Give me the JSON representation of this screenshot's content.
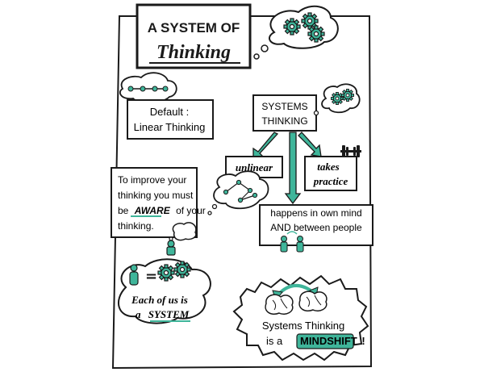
{
  "title": {
    "line1": "A SYSTEM OF",
    "line2": "Thinking"
  },
  "default_box": {
    "line1": "Default :",
    "line2": "Linear Thinking"
  },
  "systems_box": {
    "line1": "SYSTEMS",
    "line2": "THINKING"
  },
  "nonlinear_label": "unlinear",
  "practice_label": {
    "line1": "takes",
    "line2": "practice"
  },
  "awareness_text": {
    "line1": "To improve your",
    "line2": "thinking you must",
    "line3_pre": "be",
    "line3_em": "AWARE",
    "line3_post": "of your",
    "line4": "thinking."
  },
  "mind_box": {
    "line1": "happens in own mind",
    "line2": "AND between people"
  },
  "each_system": {
    "line1": "Each of us is",
    "line2_pre": "a",
    "line2_em": "SYSTEM"
  },
  "mindshift": {
    "line1": "Systems Thinking",
    "line2_pre": "is a",
    "line2_em": "MINDSHIFT",
    "line2_post": "!"
  },
  "colors": {
    "accent": "#3fb59a",
    "ink": "#1a1a1a"
  },
  "icons": [
    "gear-icon",
    "dumbbell-icon",
    "person-icon",
    "brain-icon",
    "thought-cloud-icon"
  ]
}
